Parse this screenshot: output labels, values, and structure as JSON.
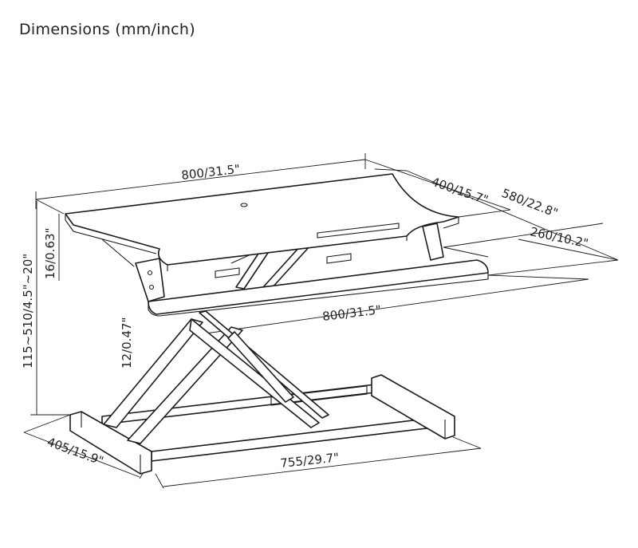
{
  "title": "Dimensions (mm/inch)",
  "dimensions": {
    "top_width": "800/31.5\"",
    "top_depth": "400/15.7\"",
    "total_depth": "580/22.8\"",
    "keyboard_depth": "260/10.2\"",
    "keyboard_width": "800/31.5\"",
    "height_range": "115~510/4.5\"~20\"",
    "top_thickness": "16/0.63\"",
    "keyboard_thickness": "12/0.47\"",
    "base_depth": "405/15.9\"",
    "base_width": "755/29.7\""
  }
}
